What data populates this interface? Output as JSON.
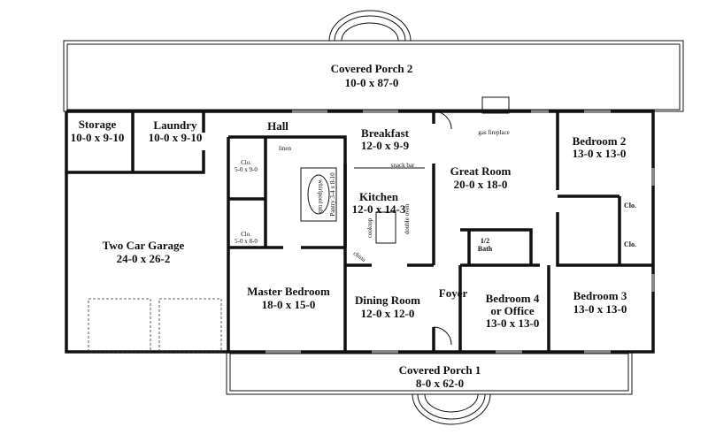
{
  "plan": {
    "porch_rear": {
      "name": "Covered Porch 2",
      "size": "10-0 x 87-0"
    },
    "porch_front": {
      "name": "Covered Porch 1",
      "size": "8-0 x 62-0"
    },
    "storage": {
      "name": "Storage",
      "size": "10-0 x 9-10"
    },
    "laundry": {
      "name": "Laundry",
      "size": "10-0 x 9-10"
    },
    "hall": {
      "name": "Hall"
    },
    "linen": "linen",
    "closet_a": {
      "name": "Clo.",
      "size": "5-0 x 9-0"
    },
    "closet_b": {
      "name": "Clo.",
      "size": "5-0 x 8-0"
    },
    "whirlpool": "whirlpool tub",
    "pantry": "Pantry 3-4 x 8-10",
    "breakfast": {
      "name": "Breakfast",
      "size": "12-0 x 9-9"
    },
    "snack_bar": "snack bar",
    "kitchen": {
      "name": "Kitchen",
      "size": "12-0 x 14-3"
    },
    "cooktop": "cooktop",
    "double_oven": "double oven",
    "china": "china",
    "gas_fireplace": "gas fireplace",
    "great_room": {
      "name": "Great Room",
      "size": "20-0 x 18-0"
    },
    "bedroom2": {
      "name": "Bedroom 2",
      "size": "13-0 x 13-0"
    },
    "closet_c": "Clo.",
    "closet_d": "Clo.",
    "half_bath": {
      "line1": "1/2",
      "line2": "Bath"
    },
    "garage": {
      "name": "Two Car Garage",
      "size": "24-0 x 26-2"
    },
    "master": {
      "name": "Master Bedroom",
      "size": "18-0 x 15-0"
    },
    "dining": {
      "name": "Dining Room",
      "size": "12-0 x 12-0"
    },
    "foyer": {
      "name": "Foyer"
    },
    "bedroom4": {
      "line1": "Bedroom 4",
      "line2": "or Office",
      "size": "13-0 x 13-0"
    },
    "bedroom3": {
      "name": "Bedroom 3",
      "size": "13-0 x 13-0"
    }
  }
}
